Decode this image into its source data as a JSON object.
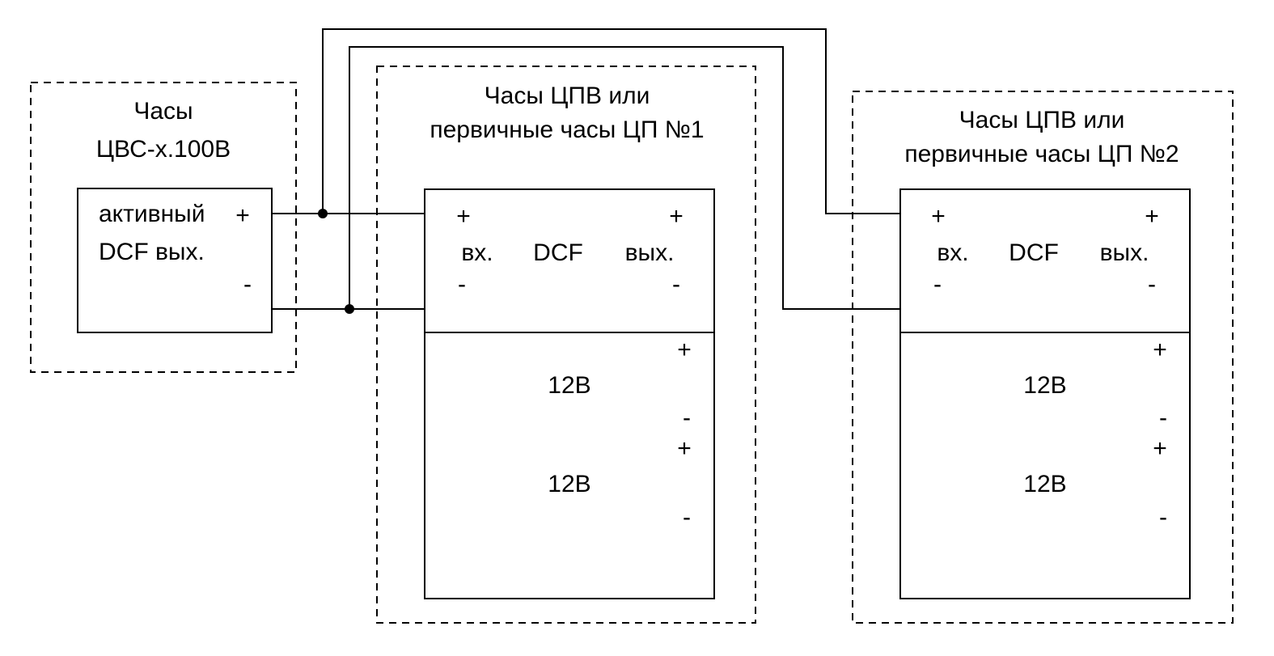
{
  "source_clock": {
    "title_line1": "Часы",
    "title_line2": "ЦВС-х.100В",
    "output_line1": "активный",
    "output_line2": "DCF вых.",
    "plus": "+",
    "minus": "-"
  },
  "clock1": {
    "title_line1": "Часы ЦПВ или",
    "title_line2": "первичные часы ЦП №1",
    "dcf_in": "вх.",
    "dcf_label": "DCF",
    "dcf_out": "вых.",
    "plus": "+",
    "minus": "-",
    "power1": "12В",
    "power2": "12В"
  },
  "clock2": {
    "title_line1": "Часы ЦПВ или",
    "title_line2": "первичные часы ЦП №2",
    "dcf_in": "вх.",
    "dcf_label": "DCF",
    "dcf_out": "вых.",
    "plus": "+",
    "minus": "-",
    "power1": "12В",
    "power2": "12В"
  },
  "colors": {
    "line": "#000000",
    "background": "#ffffff"
  }
}
